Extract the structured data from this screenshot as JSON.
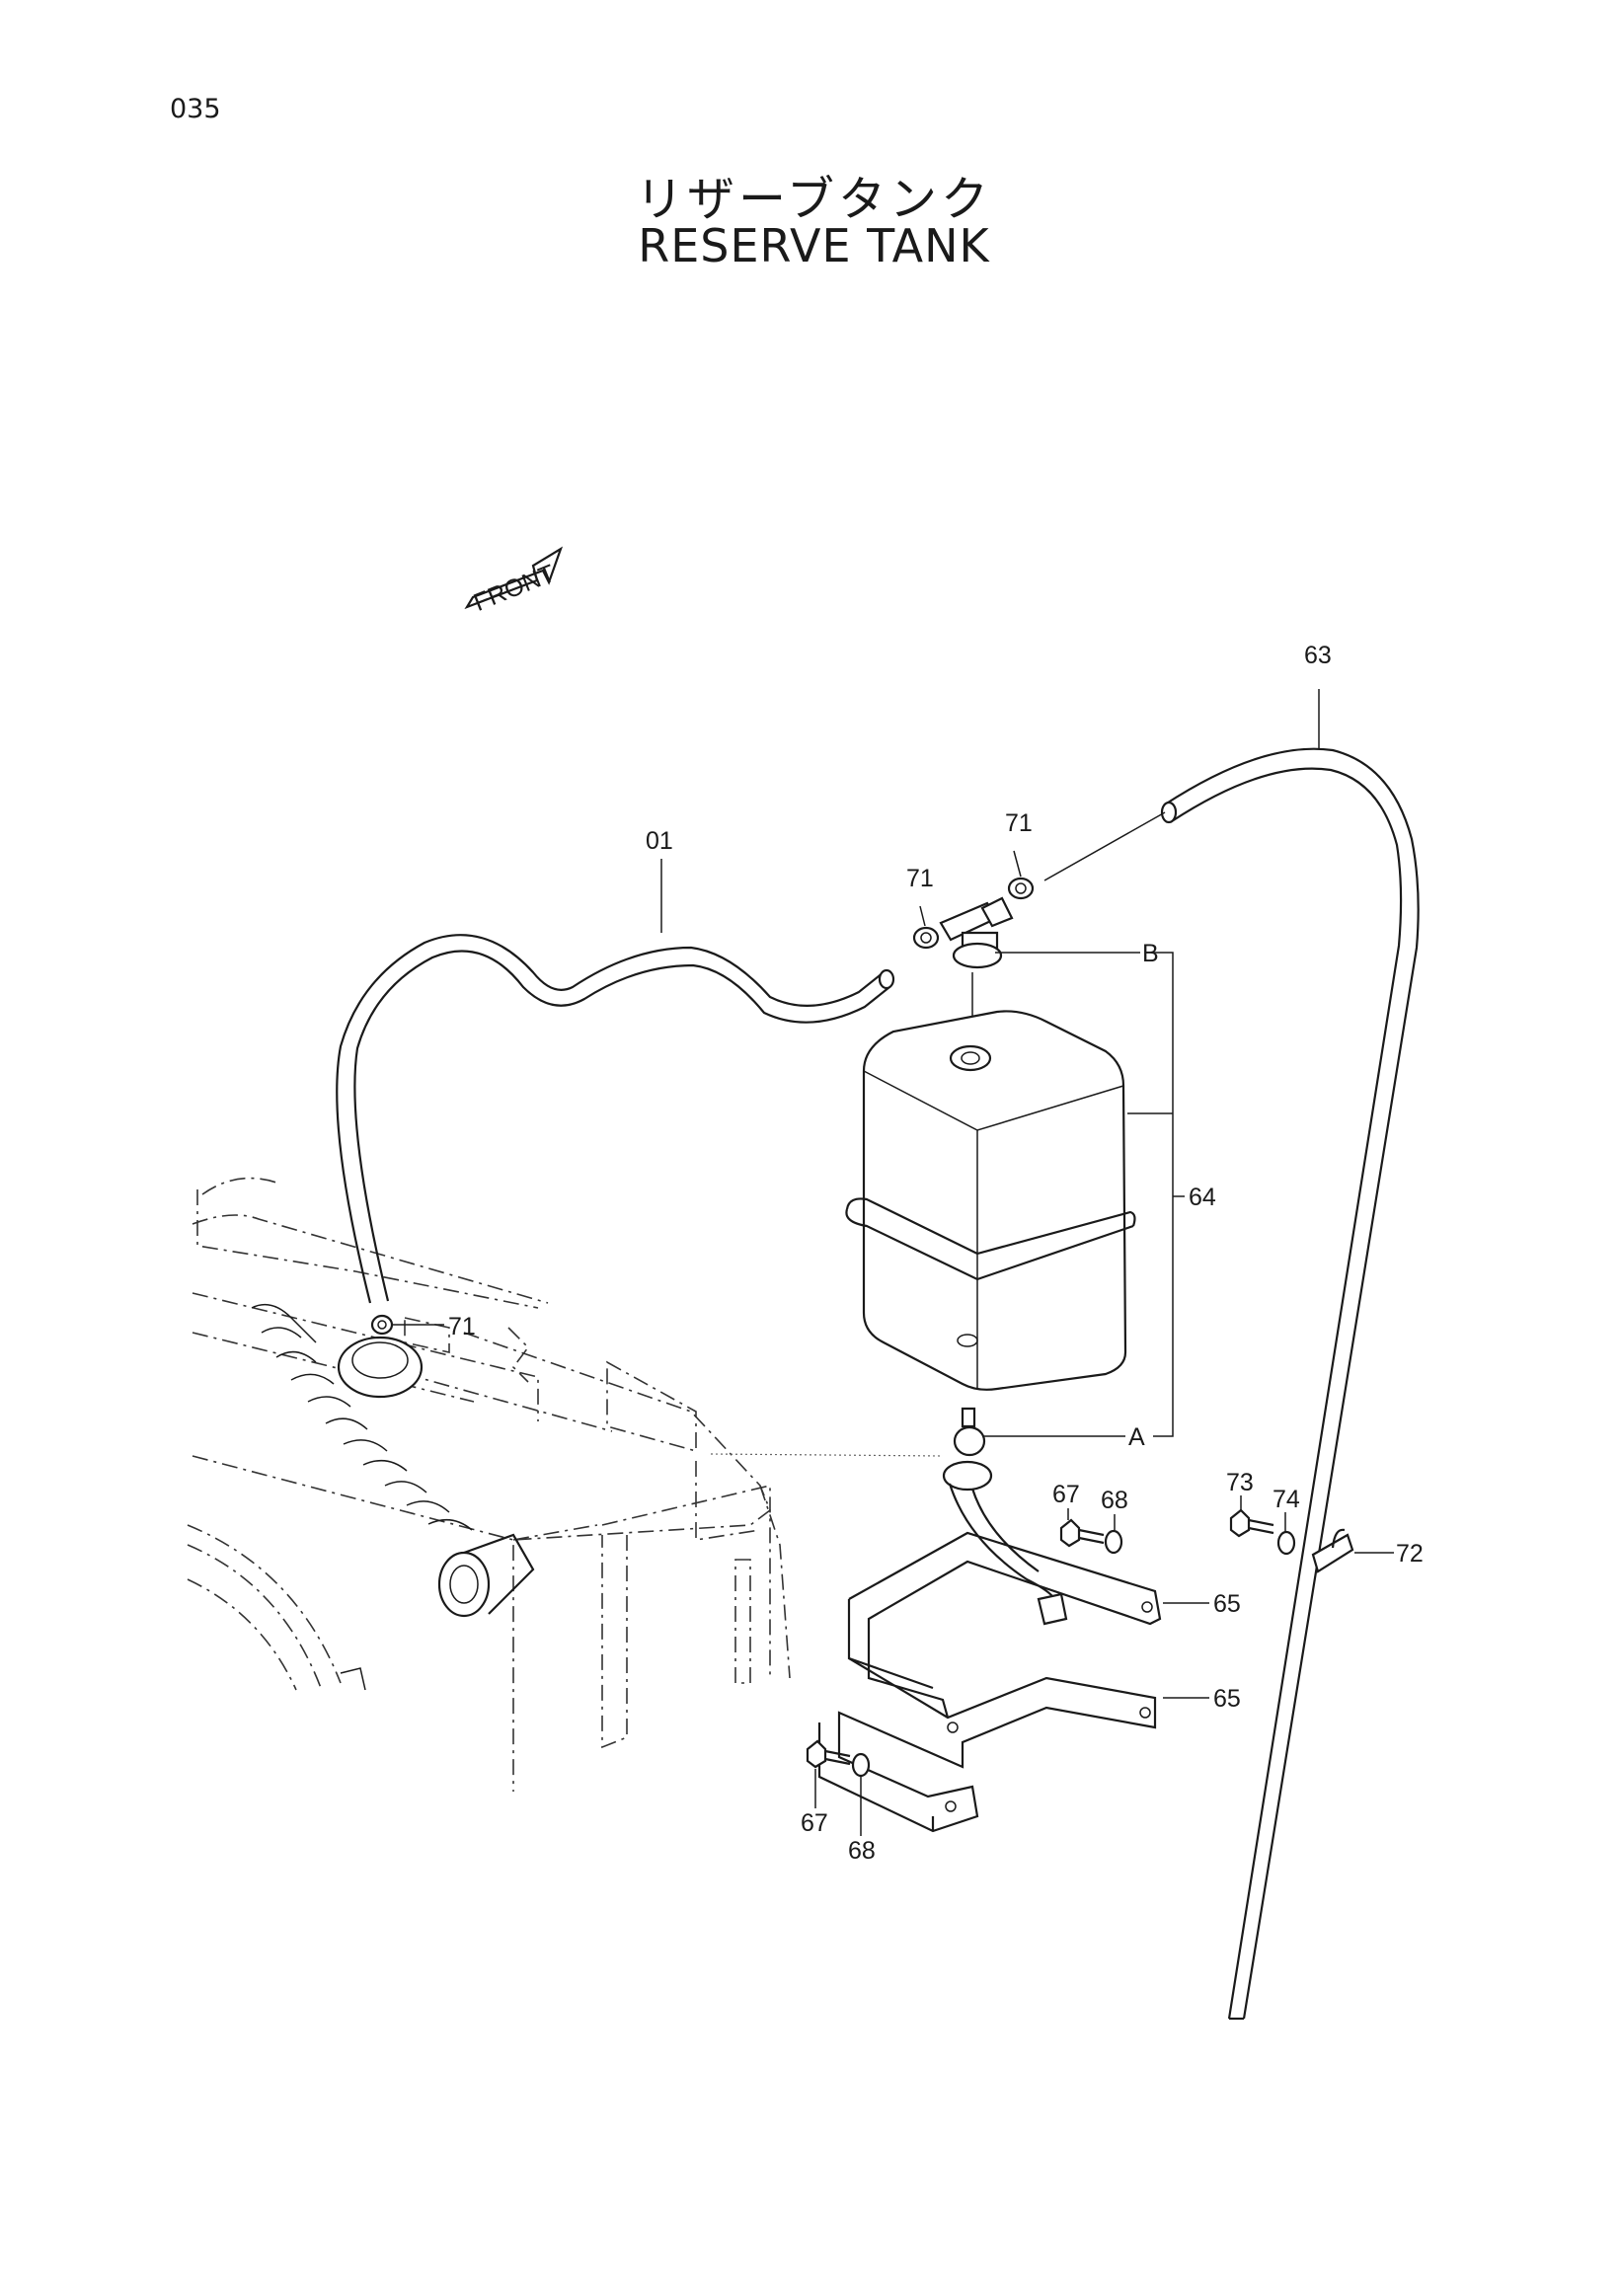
{
  "page": {
    "number": "035"
  },
  "title": {
    "japanese": "リザーブタンク",
    "english": "RESERVE TANK"
  },
  "diagram": {
    "front_arrow_label": "FRONT",
    "labels": {
      "l01": "01",
      "l63": "63",
      "l64": "64",
      "l65a": "65",
      "l65b": "65",
      "l67a": "67",
      "l67b": "67",
      "l68a": "68",
      "l68b": "68",
      "l71a": "71",
      "l71b": "71",
      "l71c": "71",
      "l72": "72",
      "l73": "73",
      "l74": "74",
      "lA": "A",
      "lB": "B"
    }
  }
}
